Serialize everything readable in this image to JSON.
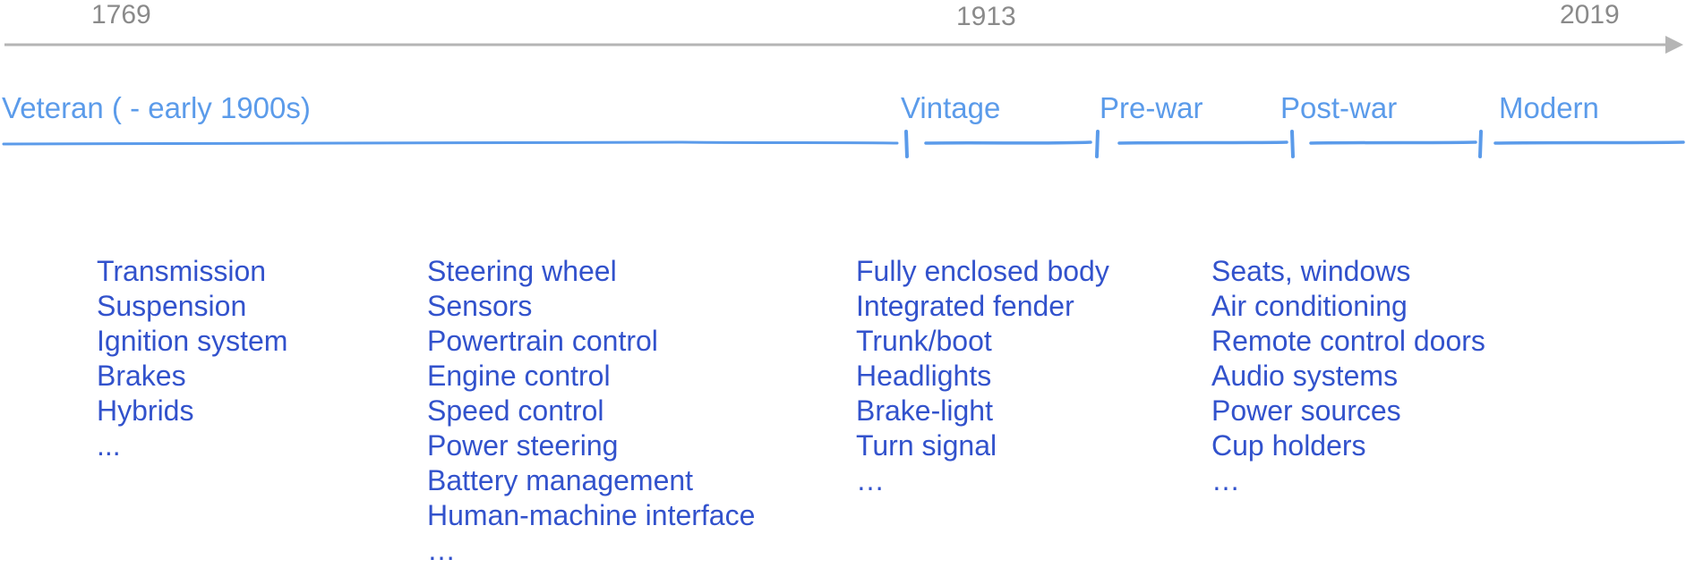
{
  "timeline": {
    "years": [
      "1769",
      "1913",
      "2019"
    ],
    "axis_color": "#b5b5b5",
    "eras": [
      "Veteran ( - early 1900s)",
      "Vintage",
      "Pre-war",
      "Post-war",
      "Modern"
    ],
    "era_color": "#5b9bea"
  },
  "columns": [
    {
      "items": [
        "Transmission",
        "Suspension",
        "Ignition system",
        "Brakes",
        "Hybrids",
        "..."
      ]
    },
    {
      "items": [
        "Steering wheel",
        "Sensors",
        "Powertrain control",
        "Engine control",
        "Speed control",
        "Power steering",
        "Battery management",
        "Human-machine interface",
        "…"
      ]
    },
    {
      "items": [
        "Fully enclosed body",
        "Integrated fender",
        "Trunk/boot",
        "Headlights",
        "Brake-light",
        "Turn signal",
        "…"
      ]
    },
    {
      "items": [
        "Seats, windows",
        "Air conditioning",
        "Remote control doors",
        "Audio systems",
        "Power sources",
        "Cup holders",
        "…"
      ]
    }
  ],
  "item_color": "#3252cc"
}
